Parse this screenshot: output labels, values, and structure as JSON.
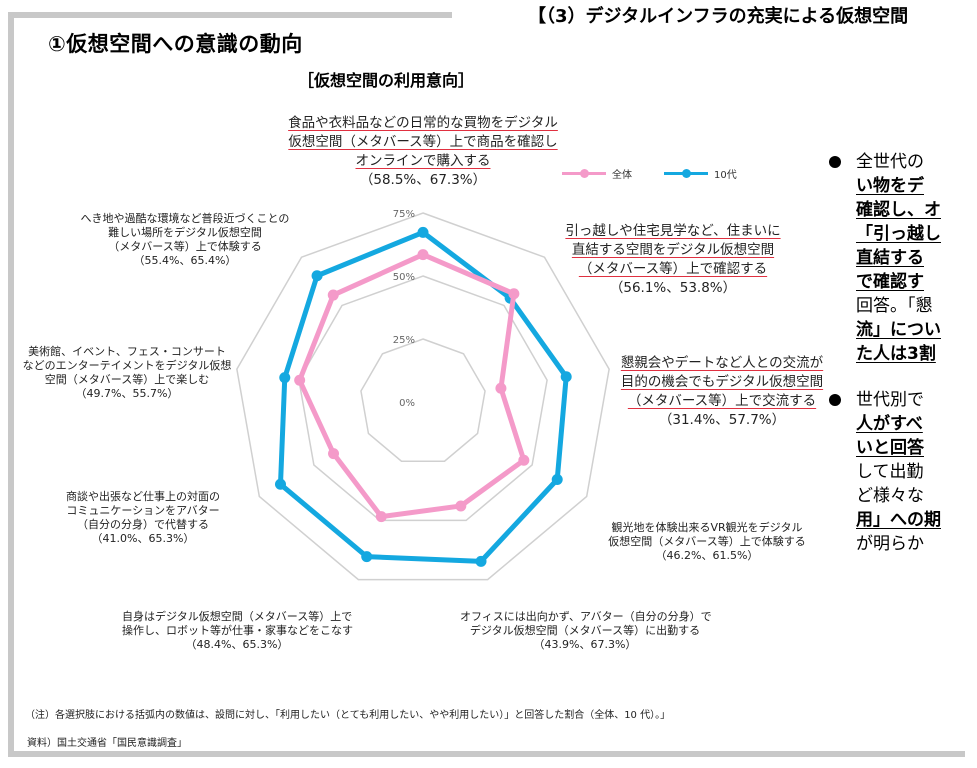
{
  "header": {
    "section_title": "【（3）デジタルインフラの充実による仮想空間",
    "main_title": "①仮想空間への意識の動向",
    "chart_subtitle": "［仮想空間の利用意向］"
  },
  "legend": {
    "items": [
      {
        "label": "全体",
        "color": "#f49ac9"
      },
      {
        "label": "10代",
        "color": "#14a8e0"
      }
    ]
  },
  "axes": [
    {
      "lines": [
        "食品や衣料品などの日常的な買物をデジタル",
        "仮想空間（メタバース等）上で商品を確認し",
        "オンラインで購入する"
      ],
      "values": "（58.5%、67.3%）",
      "highlight": true
    },
    {
      "lines": [
        "引っ越しや住宅見学など、住まいに",
        "直結する空間をデジタル仮想空間",
        "（メタバース等）上で確認する"
      ],
      "values": "（56.1%、53.8%）",
      "highlight": true
    },
    {
      "lines": [
        "懇親会やデートなど人との交流が",
        "目的の機会でもデジタル仮想空間",
        "（メタバース等）上で交流する"
      ],
      "values": "（31.4%、57.7%）",
      "highlight": true
    },
    {
      "lines": [
        "観光地を体験出来るVR観光をデジタル",
        "仮想空間（メタバース等）上で体験する"
      ],
      "values": "（46.2%、61.5%）",
      "highlight": false
    },
    {
      "lines": [
        "オフィスには出向かず、アバター（自分の分身）で",
        "デジタル仮想空間（メタバース等）に出勤する"
      ],
      "values": "（43.9%、67.3%）",
      "highlight": false
    },
    {
      "lines": [
        "自身はデジタル仮想空間（メタバース等）上で",
        "操作し、ロボット等が仕事・家事などをこなす"
      ],
      "values": "（48.4%、65.3%）",
      "highlight": false
    },
    {
      "lines": [
        "商談や出張など仕事上の対面の",
        "コミュニケーションをアバター",
        "（自分の分身）で代替する"
      ],
      "values": "（41.0%、65.3%）",
      "highlight": false
    },
    {
      "lines": [
        "美術館、イベント、フェス・コンサート",
        "などのエンターテイメントをデジタル仮想",
        "空間（メタバース等）上で楽しむ"
      ],
      "values": "（49.7%、55.7%）",
      "highlight": false
    },
    {
      "lines": [
        "へき地や過酷な環境など普段近づくことの",
        "難しい場所をデジタル仮想空間",
        "（メタバース等）上で体験する"
      ],
      "values": "（55.4%、65.4%）",
      "highlight": false
    }
  ],
  "chart_data": {
    "type": "radar",
    "title": "仮想空間の利用意向",
    "categories": [
      "食品や衣料品などの日常的な買物をデジタル仮想空間（メタバース等）上で商品を確認しオンラインで購入する",
      "引っ越しや住宅見学など、住まいに直結する空間をデジタル仮想空間（メタバース等）上で確認する",
      "懇親会やデートなど人との交流が目的の機会でもデジタル仮想空間（メタバース等）上で交流する",
      "観光地を体験出来るVR観光をデジタル仮想空間（メタバース等）上で体験する",
      "オフィスには出向かず、アバター（自分の分身）でデジタル仮想空間（メタバース等）に出勤する",
      "自身はデジタル仮想空間（メタバース等）上で操作し、ロボット等が仕事・家事などをこなす",
      "商談や出張など仕事上の対面のコミュニケーションをアバター（自分の分身）で代替する",
      "美術館、イベント、フェス・コンサートなどのエンターテイメントをデジタル仮想空間（メタバース等）上で楽しむ",
      "へき地や過酷な環境など普段近づくことの難しい場所をデジタル仮想空間（メタバース等）上で体験する"
    ],
    "series": [
      {
        "name": "全体",
        "color": "#f49ac9",
        "values": [
          58.5,
          56.1,
          31.4,
          46.2,
          43.9,
          48.4,
          41.0,
          49.7,
          55.4
        ]
      },
      {
        "name": "10代",
        "color": "#14a8e0",
        "values": [
          67.3,
          53.8,
          57.7,
          61.5,
          67.3,
          65.3,
          65.3,
          55.7,
          65.4
        ]
      }
    ],
    "radial_ticks": [
      "0%",
      "25%",
      "50%",
      "75%"
    ],
    "rlim": [
      0,
      75
    ],
    "grid": true,
    "legend_position": "top-right"
  },
  "bullets": [
    {
      "lines": [
        {
          "text": "全世代の",
          "bold": false
        },
        {
          "text": "い物をデ",
          "bold": true
        },
        {
          "text": "確認し、オ",
          "bold": true
        },
        {
          "text": "「引っ越し",
          "bold": true
        },
        {
          "text": "直結する",
          "bold": true
        },
        {
          "text": "で確認す",
          "bold": true
        },
        {
          "text": "回答。「懇",
          "bold": false
        },
        {
          "text": "流」につい",
          "bold": true
        },
        {
          "text": "た人は3割",
          "bold": true
        }
      ]
    },
    {
      "lines": [
        {
          "text": "世代別で",
          "bold": false
        },
        {
          "text": "人がすべ",
          "bold": true
        },
        {
          "text": "いと回答",
          "bold": true
        },
        {
          "text": "して出勤",
          "bold": false
        },
        {
          "text": "ど様々な",
          "bold": false
        },
        {
          "text": "用」への期",
          "bold": true
        },
        {
          "text": "が明らか",
          "bold": false
        }
      ]
    }
  ],
  "footer": {
    "note": "（注）各選択肢における括弧内の数値は、設問に対し、「利用したい（とても利用したい、やや利用したい）」と回答した割合（全体、10 代）。」",
    "source": "資料）国土交通省「国民意識調査」"
  }
}
